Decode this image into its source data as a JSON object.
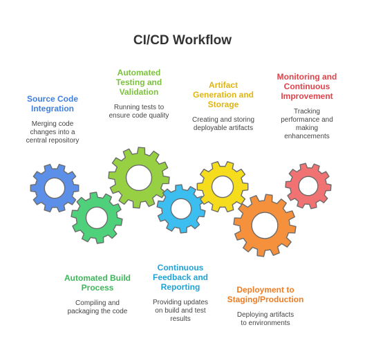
{
  "title": "CI/CD Workflow",
  "steps": [
    {
      "id": "source",
      "label_lines": [
        "Source Code",
        "Integration"
      ],
      "desc_lines": [
        "Merging code",
        "changes into a",
        "central repository"
      ],
      "color": "#3f7fe0",
      "gear_color": "#5b8fe8"
    },
    {
      "id": "build",
      "label_lines": [
        "Automated Build",
        "Process"
      ],
      "desc_lines": [
        "Compiling and",
        "packaging the code"
      ],
      "color": "#3fb65a",
      "gear_color": "#4fd07a"
    },
    {
      "id": "testing",
      "label_lines": [
        "Automated",
        "Testing and",
        "Validation"
      ],
      "desc_lines": [
        "Running tests to",
        "ensure code quality"
      ],
      "color": "#7bc23a",
      "gear_color": "#98d043"
    },
    {
      "id": "feedback",
      "label_lines": [
        "Continuous",
        "Feedback and",
        "Reporting"
      ],
      "desc_lines": [
        "Providing updates",
        "on build and test",
        "results"
      ],
      "color": "#1ea2d6",
      "gear_color": "#3cbef0"
    },
    {
      "id": "artifact",
      "label_lines": [
        "Artifact",
        "Generation and",
        "Storage"
      ],
      "desc_lines": [
        "Creating and storing",
        "deployable artifacts"
      ],
      "color": "#e0b410",
      "gear_color": "#f5dd1e"
    },
    {
      "id": "deployment",
      "label_lines": [
        "Deployment to",
        "Staging/Production"
      ],
      "desc_lines": [
        "Deploying artifacts",
        "to environments"
      ],
      "color": "#ee7c22",
      "gear_color": "#f5913c"
    },
    {
      "id": "monitoring",
      "label_lines": [
        "Monitoring and",
        "Continuous",
        "Improvement"
      ],
      "desc_lines": [
        "Tracking",
        "performance and",
        "making",
        "enhancements"
      ],
      "color": "#e0424a",
      "gear_color": "#f07272"
    }
  ]
}
